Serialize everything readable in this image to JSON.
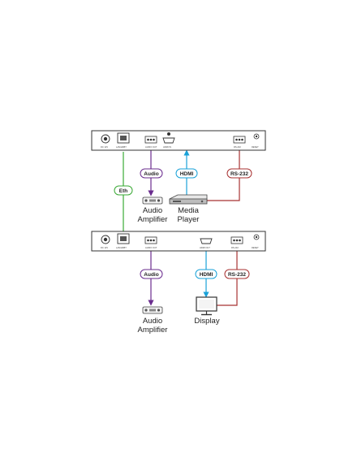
{
  "colors": {
    "eth": "#3aa935",
    "audio": "#6a2c8e",
    "hdmi": "#1aa2d8",
    "rs232": "#a83232",
    "device_outline": "#333333"
  },
  "tx_panel": {
    "dc_label": "DC 12V",
    "port_label": "LAN/HDBT",
    "audio_label": "AUDIO OUT",
    "hdmi_label": "HDMI IN",
    "rs232_label": "RS-232",
    "reset_label": "RESET"
  },
  "rx_panel": {
    "dc_label": "DC 12V",
    "port_label": "LAN/HDBT",
    "audio_label": "AUDIO OUT",
    "hdmi_label": "HDMI OUT",
    "rs232_label": "RS-232",
    "reset_label": "RESET"
  },
  "cable_labels": {
    "eth": "Eth",
    "audio_top": "Audio",
    "hdmi_top": "HDMI",
    "rs232_top": "RS-232",
    "audio_bottom": "Audio",
    "hdmi_bottom": "HDMI",
    "rs232_bottom": "RS-232"
  },
  "devices": {
    "amp_top_line1": "Audio",
    "amp_top_line2": "Amplifier",
    "player_line1": "Media",
    "player_line2": "Player",
    "amp_bottom_line1": "Audio",
    "amp_bottom_line2": "Amplifier",
    "display": "Display"
  }
}
